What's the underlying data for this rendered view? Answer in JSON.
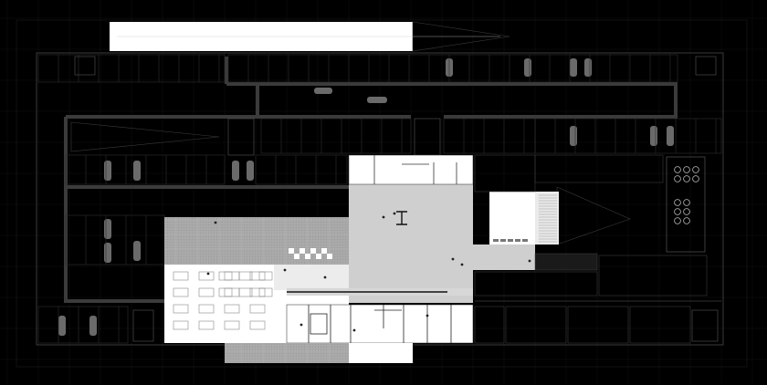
{
  "drawing": {
    "kind": "architectural floor plan (basement level with parking, hall and auditorium)",
    "colors": {
      "background": "#000000",
      "wall": "#3b3b3b",
      "thin_line": "#2a2a2a",
      "grid_line": "#161616",
      "white_zone": "#ffffff",
      "light_grey_zone": "#cfcfcf",
      "mid_grey_zone": "#a8a8a8",
      "parking_line": "#4a4a4a",
      "car": "#6a6a6a"
    },
    "zones": [
      {
        "id": "drop-off-lane",
        "fill": "white"
      },
      {
        "id": "central-hall",
        "fill": "light-grey"
      },
      {
        "id": "foyer-hatched",
        "fill": "mid-grey"
      },
      {
        "id": "restaurant-seating",
        "fill": "white"
      },
      {
        "id": "auditorium-stage",
        "fill": "white"
      },
      {
        "id": "south-bar-hatched",
        "fill": "mid-grey"
      },
      {
        "id": "service-rooms",
        "fill": "white"
      }
    ],
    "icons": [
      "car-icon",
      "stair-icon",
      "ramp-arrow-icon",
      "seat-row-icon",
      "tree-icon",
      "checker-pattern-icon"
    ]
  }
}
